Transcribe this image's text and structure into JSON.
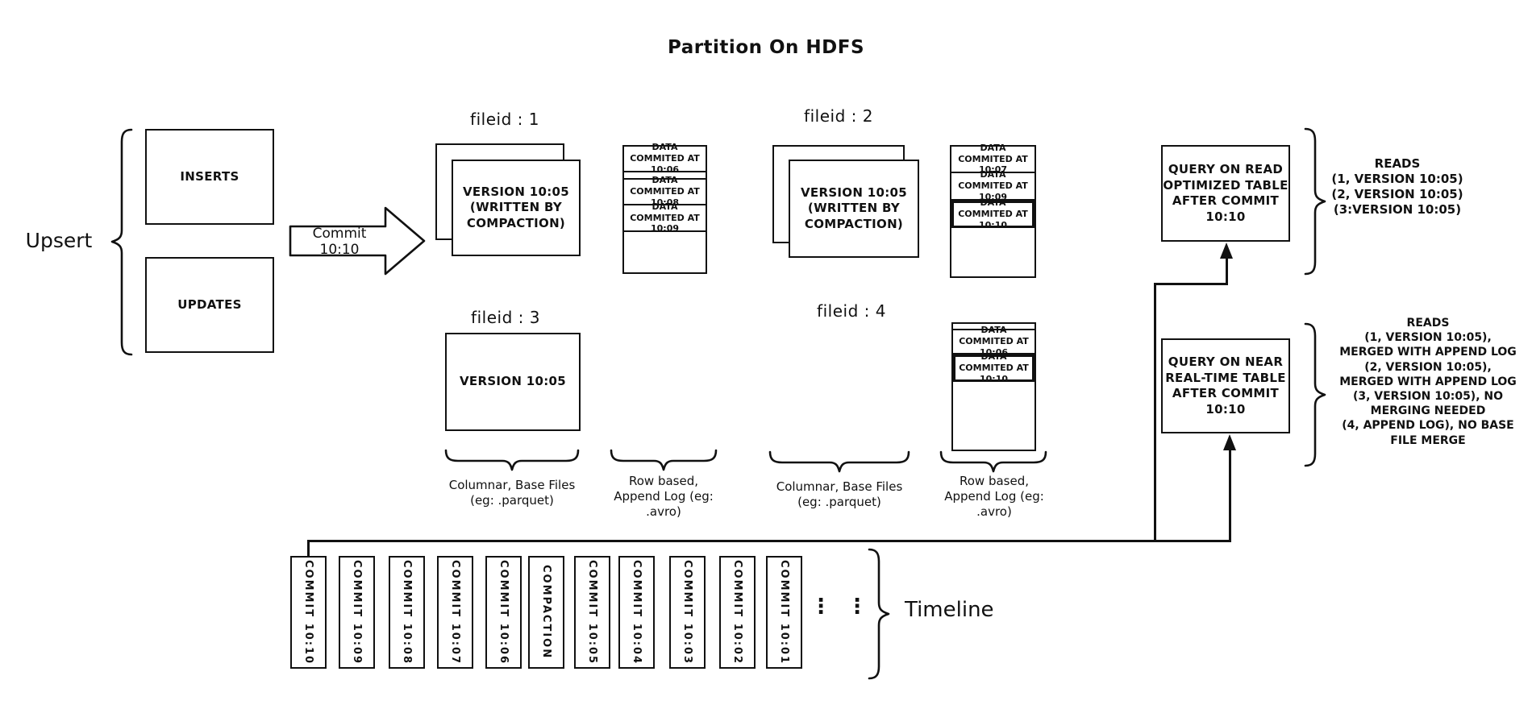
{
  "title": "Partition On HDFS",
  "colors": {
    "ink": "#111111",
    "background": "#ffffff"
  },
  "upsert": {
    "label": "Upsert",
    "inserts_label": "INSERTS",
    "updates_label": "UPDATES"
  },
  "commit_arrow": {
    "label": "Commit 10:10"
  },
  "file_groups": {
    "f1": {
      "label": "fileid : 1",
      "base_text": "VERSION 10:05\n(WRITTEN BY\nCOMPACTION)"
    },
    "f2": {
      "label": "fileid : 2",
      "base_text": "VERSION 10:05\n(WRITTEN BY\nCOMPACTION)"
    },
    "f3": {
      "label": "fileid : 3",
      "base_text": "VERSION 10:05"
    },
    "f4": {
      "label": "fileid : 4"
    }
  },
  "logs": {
    "log1": {
      "segments": [
        "DATA COMMITED AT 10:06",
        "DATA COMMITED AT 10:08",
        "DATA COMMITED AT 10:09"
      ]
    },
    "log2": {
      "segments": [
        "DATA COMMITED AT 10:07",
        "DATA COMMITED AT 10:09",
        "DATA COMMITED AT 10:10"
      ]
    },
    "log4": {
      "segments": [
        "DATA COMMITED AT 10:06",
        "DATA COMMITED AT 10:10"
      ]
    }
  },
  "brace_labels": {
    "columnar": "Columnar, Base Files\n(eg: .parquet)",
    "row_based": "Row based,\nAppend Log  (eg:\n.avro)"
  },
  "queries": {
    "read_optimized": {
      "box_text": "QUERY ON READ\nOPTIMIZED TABLE\nAFTER COMMIT\n10:10",
      "reads_text": "READS\n(1, VERSION 10:05)\n(2, VERSION 10:05)\n(3:VERSION 10:05)"
    },
    "near_realtime": {
      "box_text": "QUERY ON NEAR\nREAL-TIME TABLE\nAFTER COMMIT\n10:10",
      "reads_text": "READS\n(1, VERSION 10:05),\nMERGED WITH APPEND LOG\n(2, VERSION 10:05),\nMERGED WITH APPEND LOG\n(3, VERSION 10:05), NO\nMERGING NEEDED\n(4, APPEND LOG), NO BASE\nFILE MERGE"
    }
  },
  "timeline": {
    "label": "Timeline",
    "ellipsis": "⋮",
    "items": [
      "COMMIT 10:10",
      "COMMIT 10:09",
      "COMMIT 10:08",
      "COMMIT 10:07",
      "COMMIT 10:06",
      "COMPACTION",
      "COMMIT 10:05",
      "COMMIT 10:04",
      "COMMIT 10:03",
      "COMMIT 10:02",
      "COMMIT 10:01"
    ]
  }
}
